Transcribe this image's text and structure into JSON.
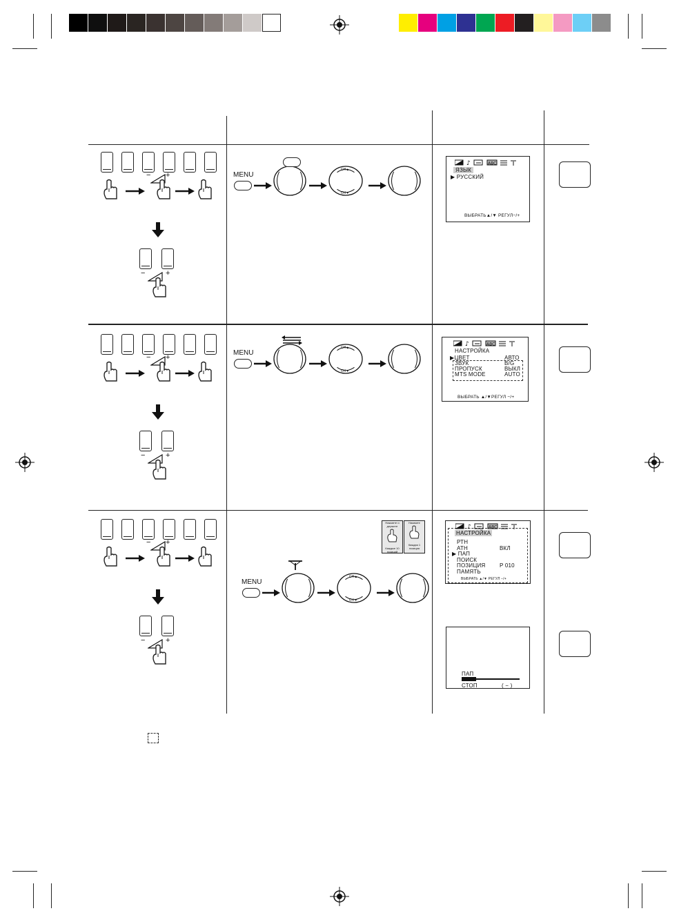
{
  "colors": {
    "gray_bar": [
      "#000000",
      "#0f0f0f",
      "#1f1a18",
      "#2a2522",
      "#3a3230",
      "#4d4542",
      "#645c59",
      "#837b78",
      "#a49d9a",
      "#cfcac8",
      "#ffffff"
    ],
    "color_bar": [
      "#ffee00",
      "#e6007e",
      "#00a0e4",
      "#2e3192",
      "#00a651",
      "#ed1c24",
      "#231f20",
      "#fff799",
      "#f49ac2",
      "#6dcff6",
      "#8c8c8c"
    ]
  },
  "icons": [
    "registration-mark",
    "hand-icon",
    "arrow-right-icon",
    "arrow-down-icon",
    "tuning-icon",
    "antenna-icon",
    "remote-dial-icon",
    "tv-screen-icon"
  ],
  "common": {
    "menu_label": "MENU",
    "minus": "−",
    "plus": "+",
    "ch_up": "CH▲",
    "ch_down": "CH▼"
  },
  "osd1": {
    "title": "ЯЗЫК",
    "item": "▶ РУССКИЙ",
    "footer": "ВЫБРАТЬ▲/▼ РЕГУЛ−/+"
  },
  "osd2": {
    "title": "НАСТРОЙКА",
    "rows": [
      {
        "label": "▶ЦВЕТ",
        "value": "АВТО"
      },
      {
        "label": "ЗВУК",
        "value": "B/G"
      },
      {
        "label": "ПРОПУСК",
        "value": "ВЫКЛ"
      },
      {
        "label": "MTS MODE",
        "value": "AUTO"
      }
    ],
    "footer": "ВЫБРАТЬ ▲/▼РЕГУЛ −/+"
  },
  "osd3": {
    "title": "НАСТРОЙКА",
    "rows": [
      {
        "label": "РТН",
        "value": ""
      },
      {
        "label": "АТН",
        "value": "ВКЛ"
      },
      {
        "label": "▶ ПАП",
        "value": ""
      },
      {
        "label": "ПОИСК",
        "value": ""
      },
      {
        "label": "ПОЗИЦИЯ",
        "value": "P 010"
      },
      {
        "label": "ПАМЯТЬ",
        "value": ""
      }
    ],
    "footer": "ВЫБРАТЬ ▲/▼    РЕГУЛ −/+"
  },
  "osd4": {
    "label": "ПАП",
    "stop": "СТОП",
    "stop_value": "( − )",
    "progress": 0.25
  },
  "cards": {
    "left": {
      "top": "Нажмите и держите",
      "bottom": "Каждые 10 позиций"
    },
    "right": {
      "top": "Нажмите",
      "bottom": "Каждая 1 позиция"
    }
  }
}
